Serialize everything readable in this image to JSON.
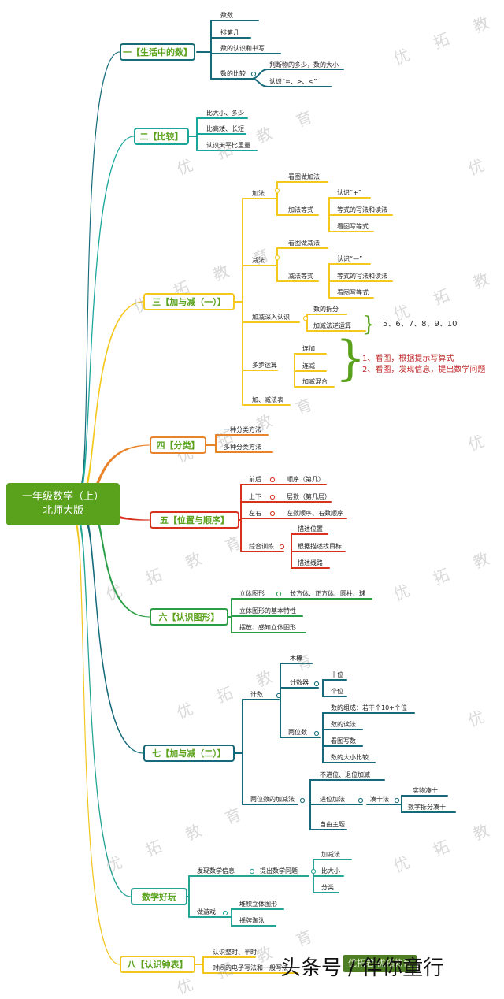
{
  "root": {
    "line1": "一年级数学（上）",
    "line2": "北师大版"
  },
  "watermark": "优 拓 教 育",
  "branches": {
    "b1": "一【生活中的数】",
    "b2": "二【比较】",
    "b3": "三【加与减（一）】",
    "b4": "四【分类】",
    "b5": "五【位置与顺序】",
    "b6": "六【认识图形】",
    "b7": "七【加与减（二）】",
    "b8": "数学好玩",
    "b9": "八【认识钟表】"
  },
  "b1": {
    "shushu": "数数",
    "paisuanji": "排第几",
    "renshi": "数的认识和书写",
    "bijiao": "数的比较",
    "duoshao": "判断物的多少，数的大小",
    "fuhao": "认识“=、>、<”"
  },
  "b2": {
    "daxiao": "比大小、多少",
    "gao": "比高矮、长短",
    "tianping": "认识天平比重量"
  },
  "b3": {
    "jiafa": "加法",
    "kantu_jia": "看图做加法",
    "jiafa_dengshi": "加法等式",
    "renshi_jia": "认识“+”",
    "xiefa_jia": "等式的写法和读法",
    "kantu_dengshi": "看图写等式",
    "jianfa": "减法",
    "kantu_jian": "看图做减法",
    "jianfa_dengshi": "减法等式",
    "renshi_jian": "认识“—”",
    "xiefa_jian": "等式的写法和读法",
    "kantu_dengshi2": "看图写等式",
    "shenru": "加减深入认识",
    "chaifen": "数的拆分",
    "niyun": "加减法逆运算",
    "nums": "5、6、7、8、9、10",
    "duobu": "多步运算",
    "lianjia": "连加",
    "lianjian": "连减",
    "hunhe": "加减混合",
    "note1": "1、看图，根据提示写算式",
    "note2": "2、看图，发现信息，提出数学问题",
    "biao": "加、减法表"
  },
  "b4": {
    "yizhong": "一种分类方法",
    "duozhong": "多种分类方法"
  },
  "b5": {
    "qianhou": "前后",
    "shunxu": "顺序（第几）",
    "shangxia": "上下",
    "censhu": "层数（第几层）",
    "zuoyou": "左右",
    "zuoyou_shunxu": "左数顺序、右数顺序",
    "zonghe": "综合训练",
    "miaoshu": "描述位置",
    "zhao": "根据描述找目标",
    "luxian": "描述线路"
  },
  "b6": {
    "liti": "立体图形",
    "zhonglei": "长方体、正方体、圆柱、球",
    "texing": "立体图形的基本特性",
    "baifang": "摆放、感知立体图形"
  },
  "b7": {
    "jishu": "计数",
    "mubang": "木棒",
    "jishuqi": "计数器",
    "shiwei": "十位",
    "gewei": "个位",
    "liangweishu": "两位数",
    "zucheng": "数的组成：若干个10+个位",
    "dufa": "数的读法",
    "kantu": "看图写数",
    "daxiao": "数的大小比较",
    "jiajian": "两位数的加减法",
    "bujinwei": "不进位、退位加减",
    "jinwei": "进位加法",
    "couShi": "凑十法",
    "shiwu": "实物凑十",
    "chaifen": "数字拆分凑十",
    "zizhu": "自由主题"
  },
  "b8": {
    "faxian": "发现数学信息",
    "tichu": "提出数学问题",
    "jiafa": "加减法",
    "bidaxiao": "比大小",
    "fenlei": "分类",
    "youxi": "做游戏",
    "duiji": "堆积立体图形",
    "taotai": "摇牌淘汰"
  },
  "b9": {
    "zhengshi": "认识整时、半时",
    "biaoshi": "时间的电子写法和一般写法"
  },
  "footer": {
    "text": "头条号 / 伴你童行",
    "tag": "优拓君·优拓教育"
  },
  "colors": {
    "b1": "#156b7a",
    "b2": "#1aa79a",
    "b3": "#f4c81c",
    "b4": "#e9832a",
    "b5": "#d8321e",
    "b6": "#2a9e47",
    "b7": "#14697a",
    "b8": "#23a494",
    "b9": "#f1c51c",
    "root": "#5aa21c"
  }
}
